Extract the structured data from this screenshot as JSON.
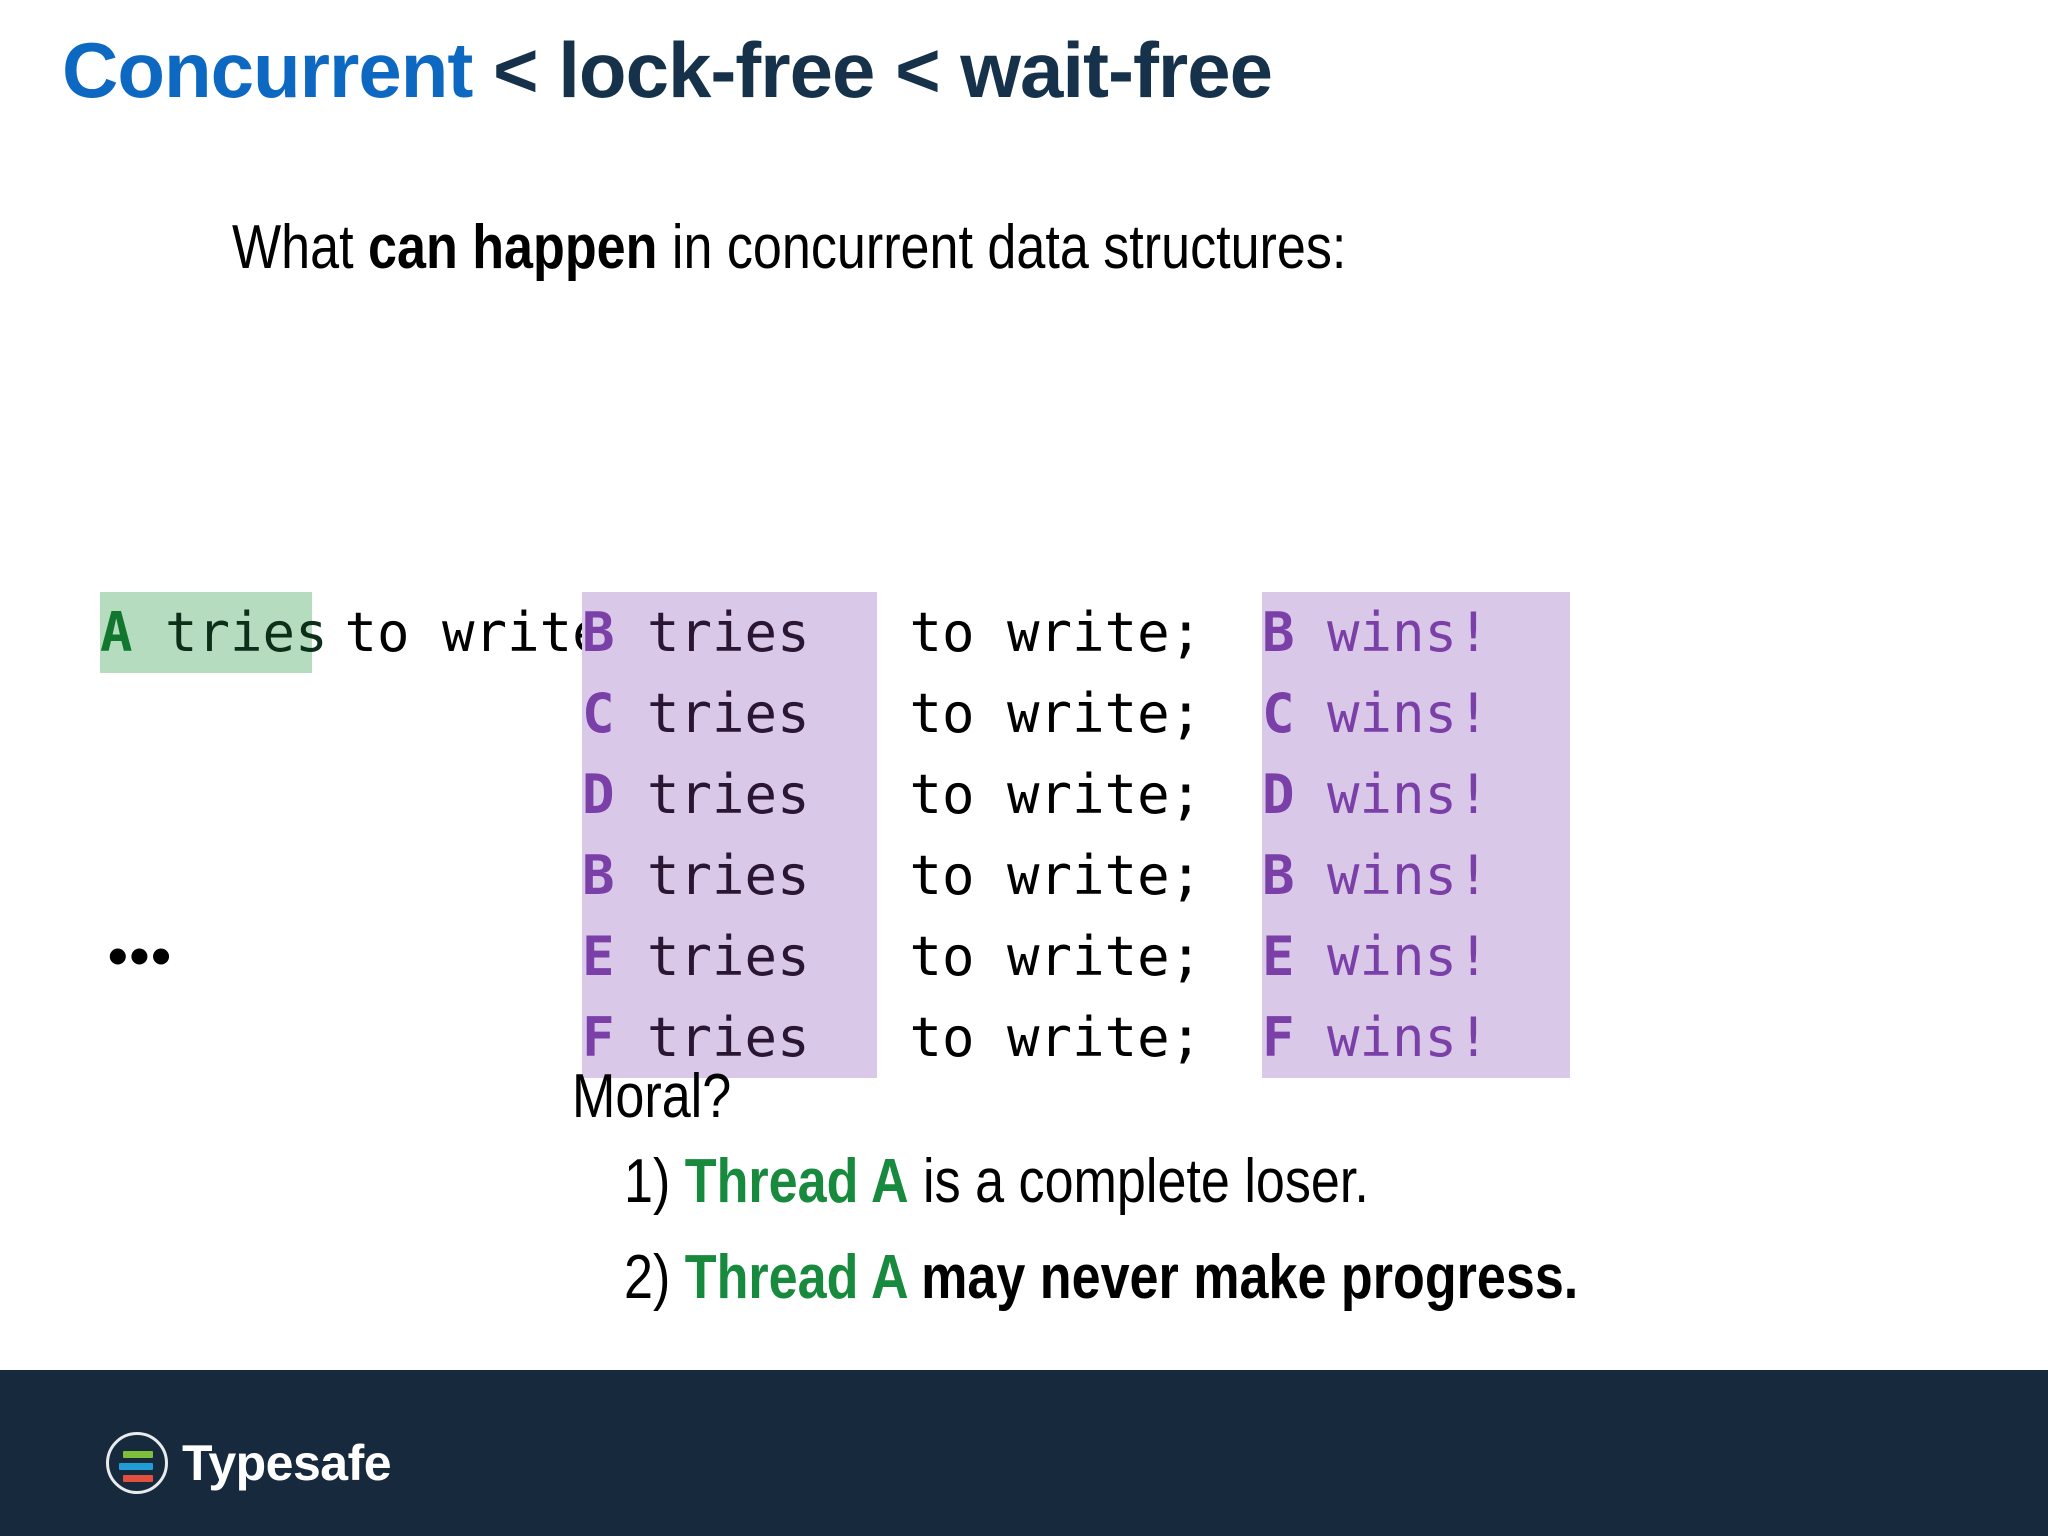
{
  "slide": {
    "title": {
      "accent_text": "Concurrent",
      "rest_text": " < lock-free < wait-free",
      "accent_color": "#0d68c2",
      "rest_color": "#16324a"
    },
    "subtitle": {
      "before": "What ",
      "bold": "can happen",
      "after": " in concurrent data structures:"
    },
    "code": {
      "rows": [
        {
          "thread_a_letter": "A",
          "thread_a_verb": " tries",
          "thread_a_rest": " to write;",
          "purple_letter": "B",
          "purple_verb": " tries",
          "purple_rest": " to write;",
          "wins_letter": "B",
          "wins_text": " wins!"
        },
        {
          "thread_a_letter": "",
          "thread_a_verb": "",
          "thread_a_rest": "",
          "purple_letter": "C",
          "purple_verb": " tries",
          "purple_rest": " to write;",
          "wins_letter": "C",
          "wins_text": " wins!"
        },
        {
          "thread_a_letter": "",
          "thread_a_verb": "",
          "thread_a_rest": "",
          "purple_letter": "D",
          "purple_verb": " tries",
          "purple_rest": " to write;",
          "wins_letter": "D",
          "wins_text": " wins!"
        },
        {
          "thread_a_letter": "",
          "thread_a_verb": "",
          "thread_a_rest": "",
          "purple_letter": "B",
          "purple_verb": " tries",
          "purple_rest": " to write;",
          "wins_letter": "B",
          "wins_text": " wins!"
        },
        {
          "thread_a_letter": "",
          "thread_a_verb": "",
          "thread_a_rest": "",
          "purple_letter": "E",
          "purple_verb": " tries",
          "purple_rest": " to write;",
          "wins_letter": "E",
          "wins_text": " wins!"
        },
        {
          "thread_a_letter": "",
          "thread_a_verb": "",
          "thread_a_rest": "",
          "purple_letter": "F",
          "purple_verb": " tries",
          "purple_rest": " to write;",
          "wins_letter": "F",
          "wins_text": " wins!"
        }
      ],
      "highlight_green": "#b6dcc0",
      "highlight_purple": "#d9c8e8",
      "thread_a_color": "#11772f",
      "purple_letter_color": "#7b3fa8"
    },
    "ellipsis": "•••",
    "moral": {
      "heading": "Moral?",
      "items": [
        {
          "number": "1) ",
          "highlight": "Thread A",
          "tail": " is a complete loser.",
          "tail_bold": false
        },
        {
          "number": "2) ",
          "highlight": "Thread A",
          "tail": " may never make progress.",
          "tail_bold": true
        }
      ],
      "highlight_color": "#178a3d"
    },
    "footer": {
      "brand": "Typesafe",
      "background": "#16293d",
      "logo_bars": [
        "#7dbf3a",
        "#1f9dd4",
        "#e0503c"
      ]
    }
  }
}
